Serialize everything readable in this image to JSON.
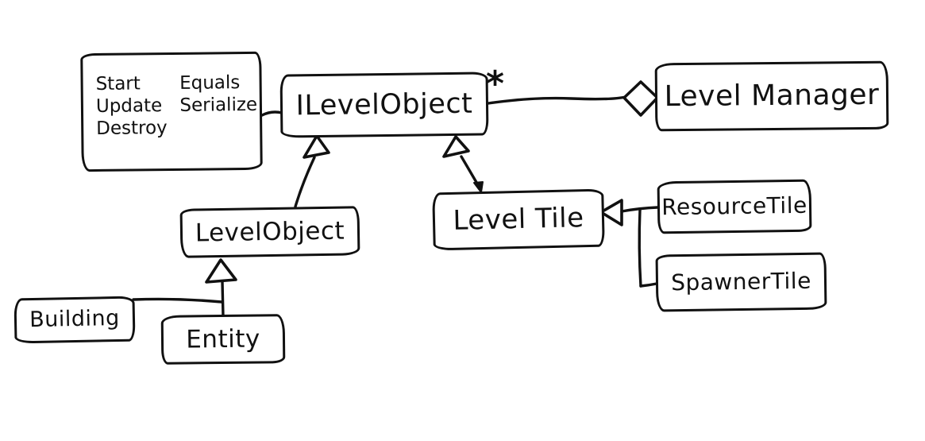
{
  "diagram": {
    "background": "#ffffff",
    "ink_color": "#111111",
    "nodes": {
      "methods_note": {
        "rows": [
          [
            "Start",
            "Equals"
          ],
          [
            "Update",
            "Serialize"
          ],
          [
            "Destroy",
            ""
          ]
        ]
      },
      "ilevel_object": {
        "label": "ILevelObject"
      },
      "level_manager": {
        "label": "Level Manager"
      },
      "level_object": {
        "label": "LevelObject"
      },
      "level_tile": {
        "label": "Level Tile"
      },
      "resource_tile": {
        "label": "ResourceTile"
      },
      "spawner_tile": {
        "label": "SpawnerTile"
      },
      "building": {
        "label": "Building"
      },
      "entity": {
        "label": "Entity"
      }
    },
    "edges": {
      "aggregation_multiplicity": "*",
      "relationships": [
        {
          "from": "methods-note",
          "to": "ILevelObject",
          "type": "note-link"
        },
        {
          "from": "ILevelObject",
          "to": "LevelManager",
          "type": "aggregation-diamond",
          "multiplicity": "*"
        },
        {
          "from": "LevelObject",
          "to": "ILevelObject",
          "type": "hollow-triangle-inheritance"
        },
        {
          "from": "LevelTile",
          "to": "ILevelObject",
          "type": "hollow-triangle-inheritance"
        },
        {
          "from": "ResourceTile",
          "to": "LevelTile",
          "type": "hollow-triangle-inheritance"
        },
        {
          "from": "SpawnerTile",
          "to": "LevelTile",
          "type": "hollow-triangle-inheritance"
        },
        {
          "from": "Building",
          "to": "LevelObject",
          "type": "hollow-triangle-inheritance"
        },
        {
          "from": "Entity",
          "to": "LevelObject",
          "type": "hollow-triangle-inheritance"
        }
      ]
    }
  }
}
